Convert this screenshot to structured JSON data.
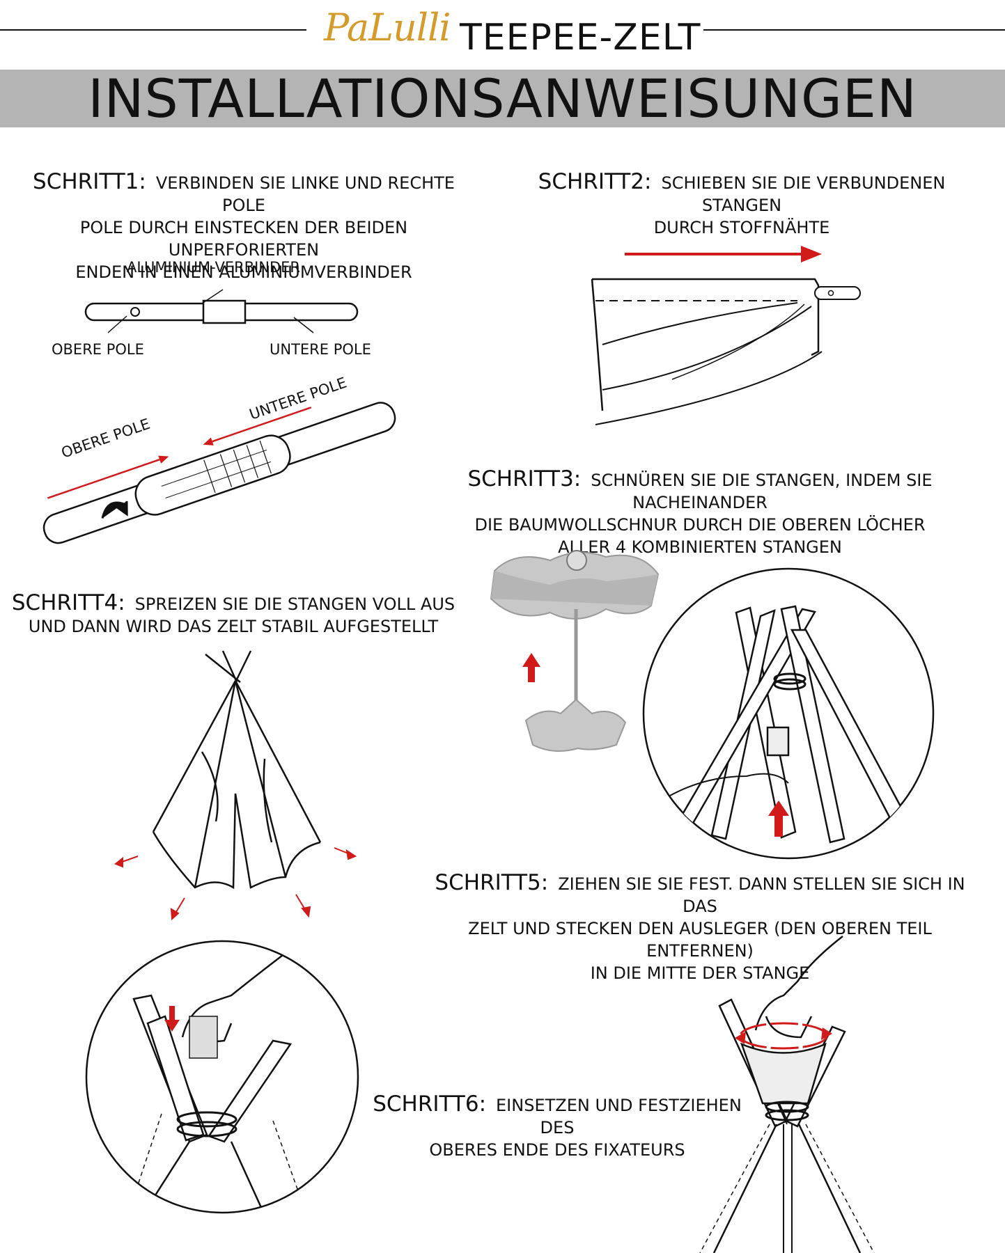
{
  "brand": {
    "logo_text": "PaLulli",
    "product": "TEEPEE-ZELT"
  },
  "header": {
    "title": "INSTALLATIONSANWEISUNGEN"
  },
  "steps": {
    "s1": {
      "label": "SCHRITT1:",
      "line1": "VERBINDEN SIE LINKE UND RECHTE POLE",
      "line2": "POLE DURCH EINSTECKEN DER BEIDEN UNPERFORIERTEN",
      "line3": "ENDEN IN EINEN ALUMINIUMVERBINDER"
    },
    "s2": {
      "label": "SCHRITT2:",
      "line1": "SCHIEBEN SIE DIE VERBUNDENEN STANGEN",
      "line2": "DURCH STOFFNÄHTE"
    },
    "s3": {
      "label": "SCHRITT3:",
      "line1": "SCHNÜREN SIE DIE STANGEN, INDEM SIE NACHEINANDER",
      "line2": "DIE BAUMWOLLSCHNUR DURCH DIE OBEREN LÖCHER",
      "line3": "ALLER 4 KOMBINIERTEN STANGEN"
    },
    "s4": {
      "label": "SCHRITT4:",
      "line1": "SPREIZEN SIE DIE STANGEN VOLL AUS",
      "line2": "UND DANN WIRD DAS ZELT STABIL AUFGESTELLT"
    },
    "s5": {
      "label": "SCHRITT5:",
      "line1": "ZIEHEN SIE SIE FEST. DANN STELLEN SIE SICH IN DAS",
      "line2": "ZELT UND STECKEN DEN AUSLEGER (DEN OBEREN TEIL ENTFERNEN)",
      "line3": "IN DIE MITTE DER STANGE"
    },
    "s6": {
      "label": "SCHRITT6:",
      "line1": "EINSETZEN UND FESTZIEHEN DES",
      "line2": "OBERES ENDE DES FIXATEURS"
    }
  },
  "diagram1": {
    "connector_label": "ALUMINIUM-VERBINDER",
    "upper_pole_label": "OBERE POLE",
    "lower_pole_label": "UNTERE POLE",
    "tilted_upper_label": "OBERE POLE",
    "tilted_lower_label": "UNTERE POLE"
  },
  "colors": {
    "accent_red": "#d11a1a",
    "brand_gold": "#d49a2a",
    "banner_gray": "#b4b4b4"
  }
}
